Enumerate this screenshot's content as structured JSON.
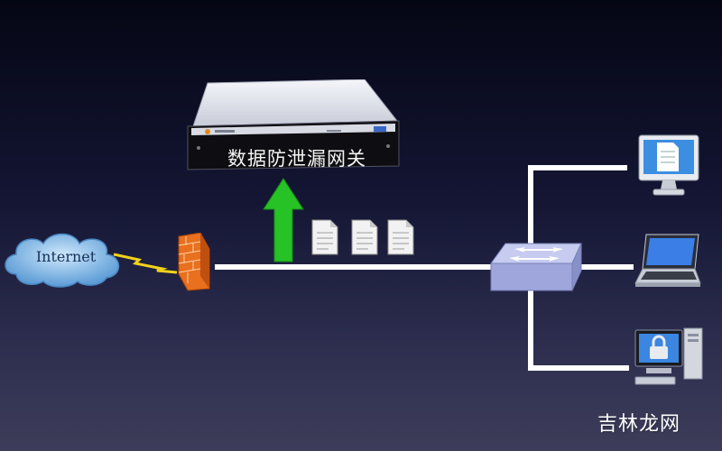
{
  "diagram": {
    "gateway_label": "数据防泄漏网关",
    "cloud_label": "Internet",
    "watermark": "吉林龙网",
    "colors": {
      "background_top": "#050614",
      "background_bottom": "#3d3d5a",
      "line": "#ffffff",
      "arrow": "#28c028",
      "cloud": "#7ab8e8",
      "firewall": "#e06018",
      "switch": "#b8bfe8"
    },
    "icons": [
      "cloud-icon",
      "lightning-icon",
      "firewall-icon",
      "server-icon",
      "up-arrow-icon",
      "document-icon",
      "switch-icon",
      "monitor-icon",
      "laptop-icon",
      "secure-desktop-icon"
    ]
  }
}
